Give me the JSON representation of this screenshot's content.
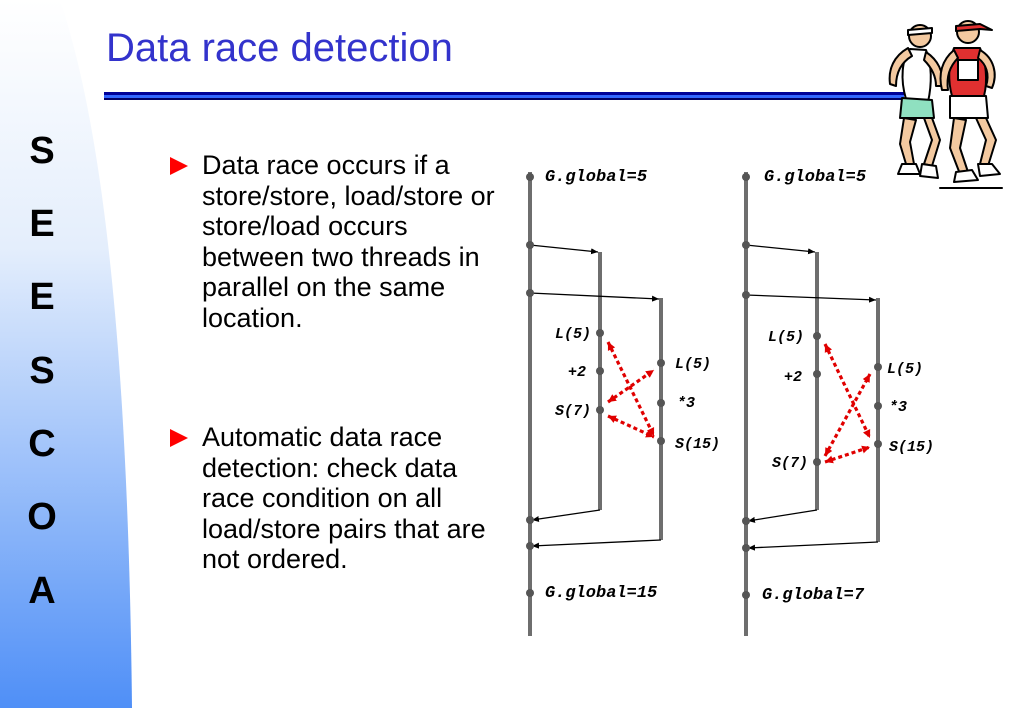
{
  "slide": {
    "title": "Data race detection",
    "brand_letters": [
      "S",
      "E",
      "E",
      "S",
      "C",
      "O",
      "A"
    ],
    "bullets": [
      "Data race occurs if a store/store, load/store or store/load occurs between two threads in parallel on the same location.",
      "Automatic data race detection: check data race condition on all load/store pairs that are not ordered."
    ]
  },
  "diagrams": {
    "left": {
      "initial": "G.global=5",
      "final": "G.global=15",
      "thread1": [
        "L(5)",
        "+2",
        "S(7)"
      ],
      "thread2": [
        "L(5)",
        "*3",
        "S(15)"
      ]
    },
    "right": {
      "initial": "G.global=5",
      "final": "G.global=7",
      "thread1": [
        "L(5)",
        "+2",
        "S(7)"
      ],
      "thread2": [
        "L(5)",
        "*3",
        "S(15)"
      ]
    }
  },
  "colors": {
    "title": "#3333cc",
    "accent": "#ff0000",
    "sidebar_gradient_top": "#ffffff",
    "sidebar_gradient_bottom": "#4f8ff7",
    "line_gray": "#6e6e6e",
    "rule_blue": "#000099"
  },
  "icons": {
    "runners": "runners-clipart-icon"
  }
}
